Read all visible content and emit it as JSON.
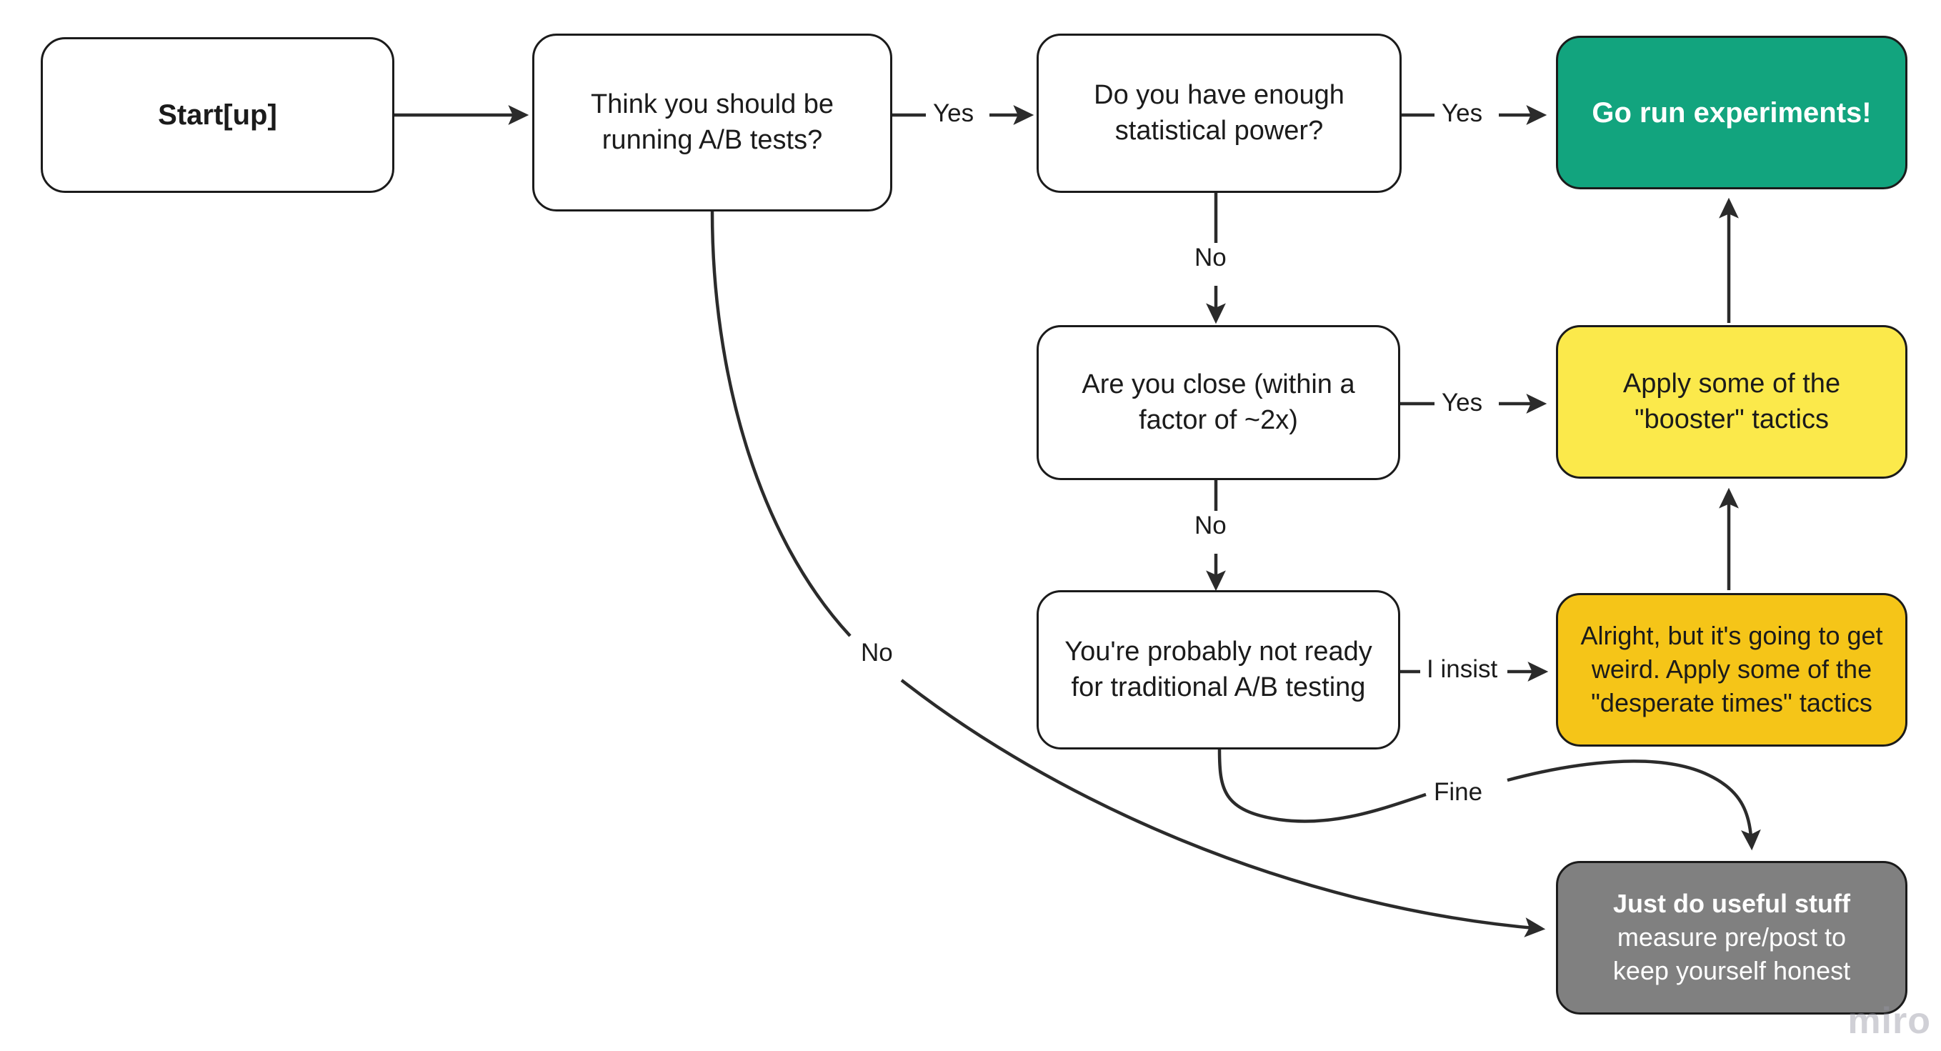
{
  "diagram": {
    "title": "A/B Testing Readiness Decision Flowchart",
    "watermark": "miro",
    "colors": {
      "green": "#12a47e",
      "yellow": "#fbe94b",
      "amber": "#f5c518",
      "gray": "#808080",
      "stroke": "#1b1b1b",
      "background": "#ffffff"
    },
    "nodes": [
      {
        "id": "startup",
        "style": "plain",
        "bold": true,
        "lines": [
          "Start[up]"
        ]
      },
      {
        "id": "should_run",
        "style": "plain",
        "bold": false,
        "lines": [
          "Think you should be",
          "running A/B tests?"
        ]
      },
      {
        "id": "enough_power",
        "style": "plain",
        "bold": false,
        "lines": [
          "Do you have enough",
          "statistical power?"
        ]
      },
      {
        "id": "go_run",
        "style": "green",
        "bold": true,
        "lines": [
          "Go run experiments!"
        ]
      },
      {
        "id": "are_you_close",
        "style": "plain",
        "bold": false,
        "lines": [
          "Are you close (within a",
          "factor of ~2x)"
        ]
      },
      {
        "id": "booster",
        "style": "yellow",
        "bold": false,
        "lines": [
          "Apply some of the",
          "\"booster\" tactics"
        ]
      },
      {
        "id": "not_ready",
        "style": "plain",
        "bold": false,
        "lines": [
          "You're probably not ready",
          "for traditional A/B testing"
        ]
      },
      {
        "id": "desperate",
        "style": "amber",
        "bold": false,
        "lines": [
          "Alright, but it's going to get",
          "weird. Apply some of the",
          "\"desperate times\" tactics"
        ]
      },
      {
        "id": "useful_stuff",
        "style": "gray",
        "bold": false,
        "lines": [
          "Just do useful stuff",
          "measure pre/post to",
          "keep yourself honest"
        ],
        "bold_first_line": true
      }
    ],
    "edge_labels": {
      "should_run_yes": "Yes",
      "should_run_no": "No",
      "enough_power_yes": "Yes",
      "enough_power_no": "No",
      "are_you_close_yes": "Yes",
      "are_you_close_no": "No",
      "not_ready_insist": "I insist",
      "not_ready_fine": "Fine"
    },
    "node_text": {
      "startup_l0": "Start[up]",
      "should_run_l0": "Think you should be",
      "should_run_l1": "running A/B tests?",
      "enough_power_l0": "Do you have enough",
      "enough_power_l1": "statistical power?",
      "go_run_l0": "Go run experiments!",
      "are_you_close_l0": "Are you close (within a",
      "are_you_close_l1": "factor of ~2x)",
      "booster_l0": "Apply some of the",
      "booster_l1": "\"booster\" tactics",
      "not_ready_l0": "You're probably not ready",
      "not_ready_l1": "for traditional A/B testing",
      "desperate_l0": "Alright, but it's going to get",
      "desperate_l1": "weird. Apply some of the",
      "desperate_l2": "\"desperate times\" tactics",
      "useful_l0": "Just do useful stuff",
      "useful_l1": "measure pre/post to",
      "useful_l2": "keep yourself honest"
    }
  }
}
